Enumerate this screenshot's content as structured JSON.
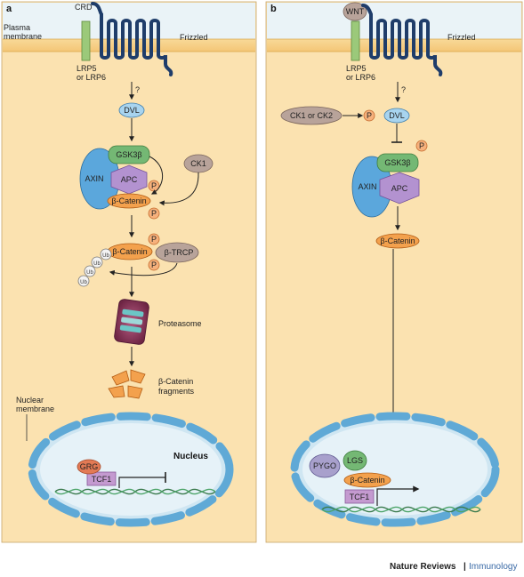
{
  "panels": {
    "a": {
      "letter": "a",
      "crd": "CRD",
      "plasma_membrane": [
        "Plasma",
        "membrane"
      ],
      "frizzled": "Frizzled",
      "lrp": [
        "LRP5",
        "or LRP6"
      ],
      "question": "?",
      "dvl": "DVL",
      "gsk3b": "GSK3β",
      "axin": "AXIN",
      "apc": "APC",
      "ck1": "CK1",
      "p": "P",
      "beta_catenin": "β-Catenin",
      "btrcp": "β-TRCP",
      "ub": "Ub",
      "proteasome": "Proteasome",
      "fragments": [
        "β-Catenin",
        "fragments"
      ],
      "nuclear_membrane": [
        "Nuclear",
        "membrane"
      ],
      "nucleus": "Nucleus",
      "grg": "GRG",
      "tcf1": "TCF1"
    },
    "b": {
      "letter": "b",
      "wnt": "WNT",
      "frizzled": "Frizzled",
      "lrp": [
        "LRP5",
        "or LRP6"
      ],
      "question": "?",
      "ck": "CK1 or CK2",
      "p": "P",
      "dvl": "DVL",
      "gsk3b": "GSK3β",
      "axin": "AXIN",
      "apc": "APC",
      "beta_catenin": "β-Catenin",
      "pygo": "PYGO",
      "lgs": "LGS",
      "tcf1": "TCF1"
    }
  },
  "footer": {
    "journal": "Nature Reviews",
    "separator": "|",
    "subject": "Immunology"
  },
  "colors": {
    "cytoplasm": "#fbe2b0",
    "extracellular": "#eaf3f7",
    "membrane": "#f7d38a",
    "receptor": "#1f3d6a",
    "lrp": "#9bc97a",
    "dvl": "#a8d4ef",
    "gsk3b": "#74b874",
    "axin": "#5ba7dc",
    "apc": "#b392d0",
    "beta_catenin": "#f3a14d",
    "phospho": "#f6b17c",
    "ck1": "#b8a39a",
    "proteasome": "#8c3a5d",
    "nucleus_fill": "#cfe6f2",
    "nuclear_envelope": "#5fa9d6"
  }
}
